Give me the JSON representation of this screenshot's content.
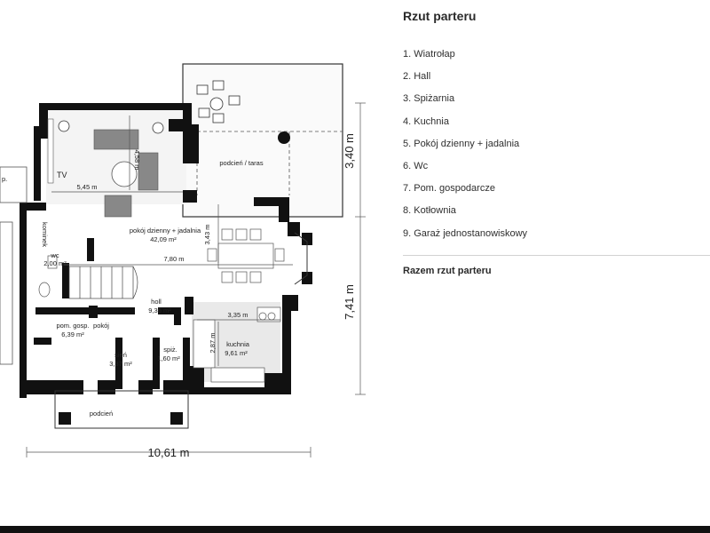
{
  "panel": {
    "title": "Rzut parteru",
    "rooms": [
      "1. Wiatrołap",
      "2. Hall",
      "3. Spiżarnia",
      "4. Kuchnia",
      "5. Pokój dzienny + jadalnia",
      "6. Wc",
      "7. Pom. gospodarcze",
      "8. Kotłownia",
      "9. Garaż jednostanowiskowy"
    ],
    "total_label": "Razem rzut parteru"
  },
  "plan": {
    "labels": {
      "tv": "TV",
      "kominek": "kominek",
      "taras": "podcień / taras",
      "dzienny_name": "pokój dzienny + jadalnia",
      "dzienny_area": "42,09 m²",
      "wc_name": "wc",
      "wc_area": "2,00 m²",
      "hall_name": "holl",
      "hall_area": "9,36 m²",
      "gosp_name": "pom. gosp.",
      "gosp_area": "6,39 m²",
      "pokoj": "pokój",
      "sien_name": "sień",
      "sien_area": "3,37 m²",
      "spiz_name": "spiż.",
      "spiz_area": "1,60 m²",
      "kuchnia_name": "kuchnia",
      "kuchnia_area": "9,61 m²",
      "podcien": "podcień",
      "left_cut": "p."
    },
    "dims": {
      "width_total": "10,61 m",
      "depth_total": "7,41 m",
      "terrace_depth": "3,40 m",
      "living_width": "5,45 m",
      "living_depth": "4,58 m",
      "dining_width": "7,80 m",
      "dining_depth": "3,43 m",
      "kitchen_width": "3,35 m",
      "kitchen_depth": "2,87 m"
    }
  }
}
